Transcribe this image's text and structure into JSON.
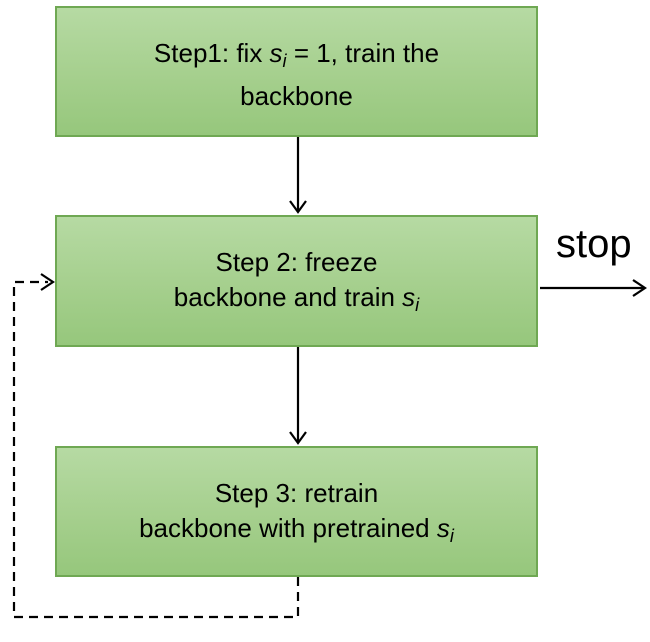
{
  "diagram": {
    "type": "flowchart",
    "background": "#ffffff",
    "colors": {
      "node_fill_top": "#b6daa3",
      "node_fill_bottom": "#96c77c",
      "node_border": "#6fa853",
      "connector": "#000000",
      "text": "#000000"
    },
    "nodes": [
      {
        "id": "step1",
        "line1": {
          "prefix": "Step1: fix ",
          "var": "s",
          "sub": "i",
          "suffix": " = 1, train the"
        },
        "line2": "backbone"
      },
      {
        "id": "step2",
        "line1": "Step 2: freeze",
        "line2": {
          "prefix": "backbone and train ",
          "var": "s",
          "sub": "i",
          "suffix": ""
        }
      },
      {
        "id": "step3",
        "line1": "Step 3: retrain",
        "line2": {
          "prefix": "backbone with pretrained ",
          "var": "s",
          "sub": "i",
          "suffix": ""
        }
      }
    ],
    "edges": [
      {
        "from": "step1",
        "to": "step2",
        "style": "solid",
        "label": ""
      },
      {
        "from": "step2",
        "to": "step3",
        "style": "solid",
        "label": ""
      },
      {
        "from": "step2",
        "to": "exit",
        "style": "solid",
        "label": "stop"
      },
      {
        "from": "step3",
        "to": "step2",
        "style": "dashed",
        "label": ""
      }
    ],
    "labels": {
      "stop": "stop"
    }
  }
}
